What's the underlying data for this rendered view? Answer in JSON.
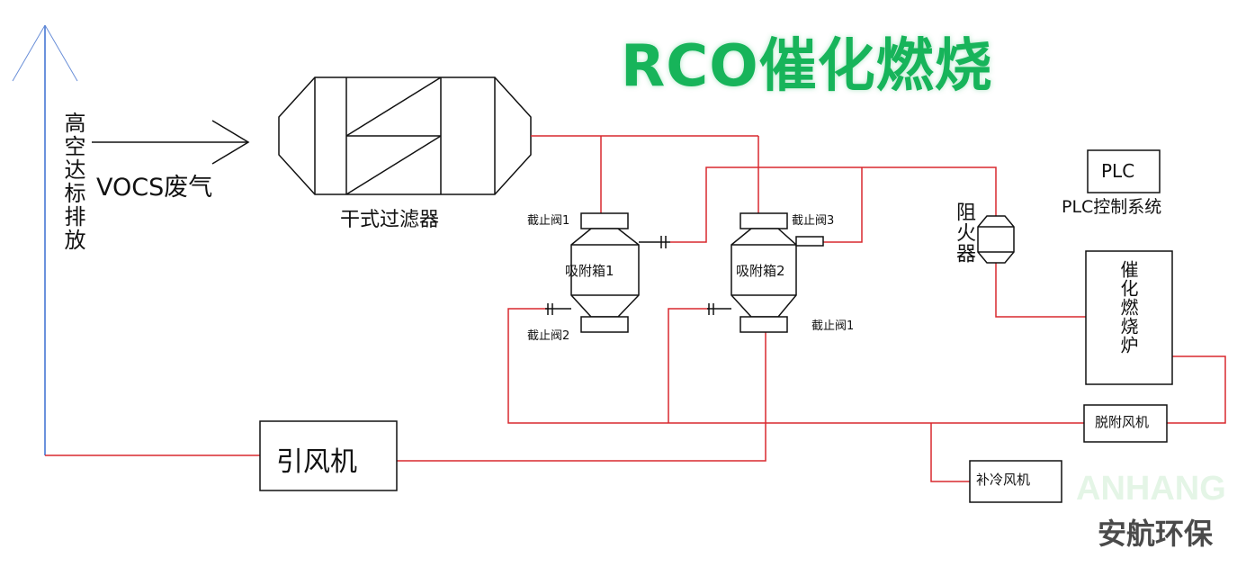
{
  "title": "RCO催化燃烧",
  "inlet_label": "VOCS废气",
  "exhaust_label": "高空达标排放",
  "filter_label": "干式过滤器",
  "adsorber1_label": "吸附箱1",
  "adsorber2_label": "吸附箱2",
  "valves": {
    "v_top_left": "截止阀1",
    "v_bottom_left": "截止阀2",
    "v_top_right": "截止阀3",
    "v_bottom_right": "截止阀1"
  },
  "flame_arrester_label": "阻火器",
  "plc_box_label": "PLC",
  "plc_system_label": "PLC控制系统",
  "furnace_label": "催化燃烧炉",
  "desorption_fan_label": "脱附风机",
  "cooling_fan_label": "补冷风机",
  "induced_fan_label": "引风机",
  "watermark_en": "ANHANG",
  "watermark_cn": "安航环保",
  "colors": {
    "title": "#17b45a",
    "pipe": "#d9282f",
    "exhaust_line": "#3a6fd0",
    "outline": "#111111"
  }
}
